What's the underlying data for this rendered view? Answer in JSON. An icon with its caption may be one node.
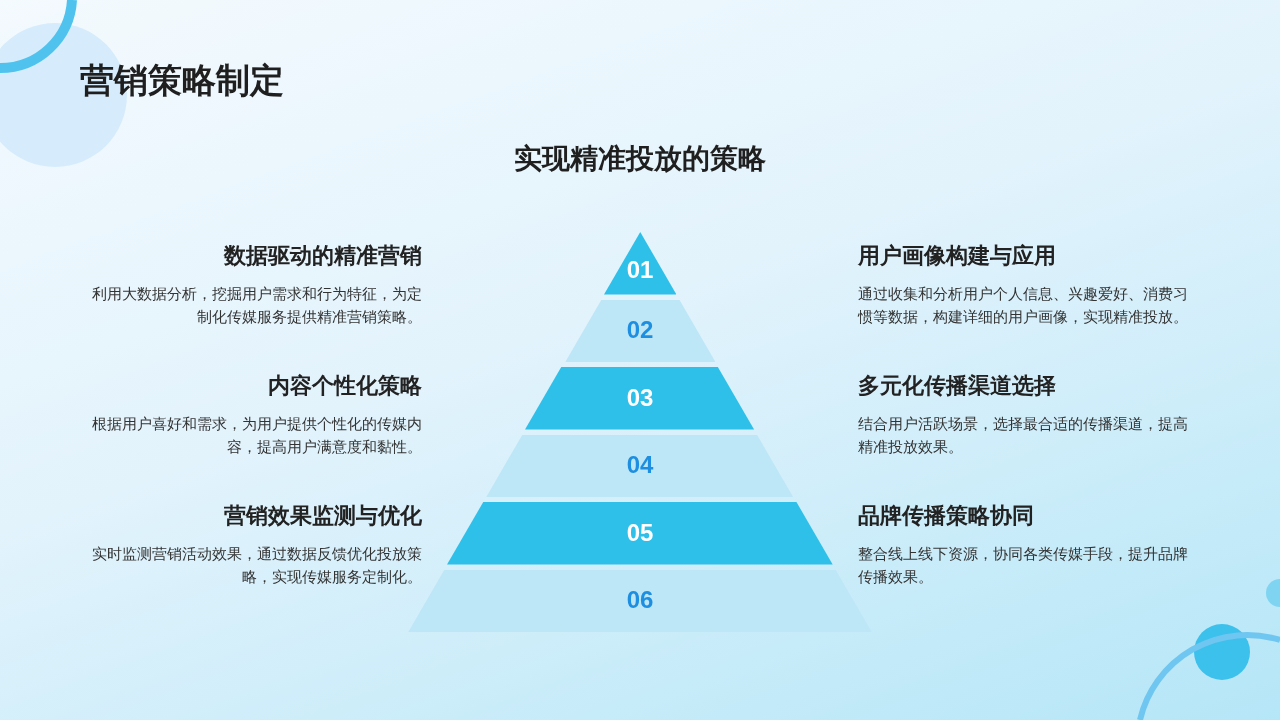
{
  "diagram": {
    "title": "营销策略制定",
    "nodes": [
      {
        "text": [
          "01"
        ]
      },
      {
        "text": [
          "02"
        ]
      },
      {
        "text": [
          "03"
        ]
      },
      {
        "text": [
          "04"
        ]
      },
      {
        "text": [
          "05"
        ]
      },
      {
        "text": [
          "06"
        ]
      }
    ],
    "labels": [
      "实现精准投放的策略",
      "数据驱动的精准营销",
      "利用大数据分析，挖掘用户需求和行为特征，为定制化传媒服务提供精准营销策略。",
      "用户画像构建与应用",
      "通过收集和分析用户个人信息、兴趣爱好、消费习惯等数据，构建详细的用户画像，实现精准投放。",
      "内容个性化策略",
      "根据用户喜好和需求，为用户提供个性化的传媒内容，提高用户满意度和黏性。",
      "多元化传播渠道选择",
      "结合用户活跃场景，选择最合适的传播渠道，提高精准投放效果。",
      "营销效果监测与优化",
      "实时监测营销活动效果，通过数据反馈优化投放策略，实现传媒服务定制化。",
      "品牌传播策略协同",
      "整合线上线下资源，协同各类传媒手段，提升品牌传播效果。"
    ]
  }
}
